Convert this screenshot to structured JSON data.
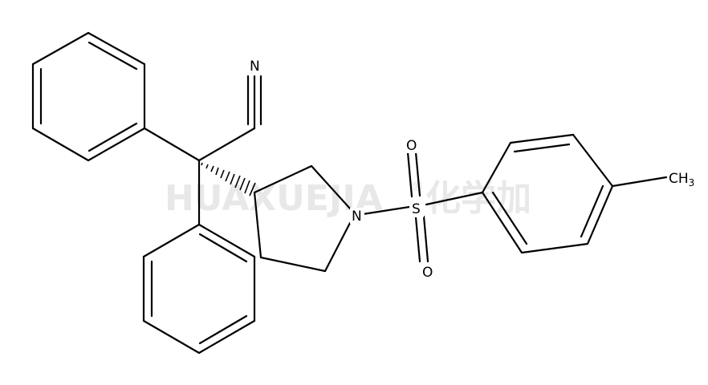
{
  "watermark": {
    "text": "HUAXUEJIA",
    "reg": "®",
    "cn": "化学加"
  },
  "atoms": {
    "nitrile_n": "N",
    "ring_n": "N",
    "sulfur": "S",
    "oxygen_top": "O",
    "oxygen_bottom": "O",
    "methyl": "CH",
    "methyl_sub": "3"
  }
}
